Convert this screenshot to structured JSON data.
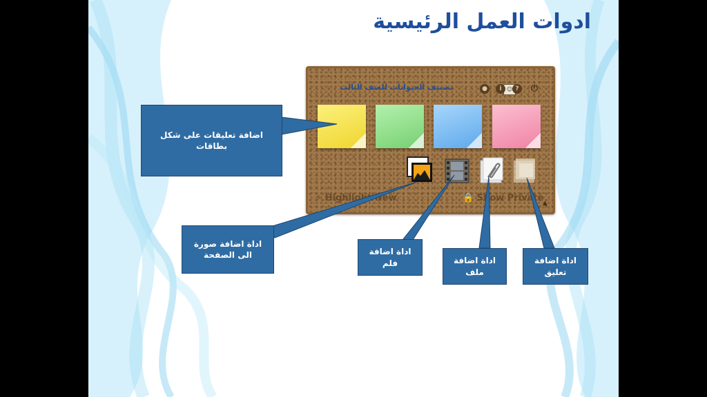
{
  "slide": {
    "title": "ادوات العمل الرئيسية"
  },
  "widget": {
    "title": "تصنيف الحيوانات للصف الثالث",
    "header_icons": [
      "face-icon",
      "share-icon",
      "info-icon",
      "help-icon",
      "power-icon"
    ],
    "notes": [
      {
        "color": "#f5e04a"
      },
      {
        "color": "#8fe08a"
      },
      {
        "color": "#7dbcf5"
      },
      {
        "color": "#f59ab5"
      }
    ],
    "tools": [
      "image-icon",
      "film-icon",
      "paperclip-icon",
      "comment-icon"
    ],
    "footer": {
      "highlight": "Highlight New",
      "show_private": "Show Private",
      "highlight_icon": "lightning-icon",
      "lock_icon": "lock-icon"
    }
  },
  "callouts": {
    "cards": "اضافة تعليقات على شكل بطاقات",
    "image": "اداة اضافة صورة الى الصفحة",
    "film": "اداة اضافة فلم",
    "file": "اداة اضافة ملف",
    "comment": "اداة اضافة تعليق"
  },
  "colors": {
    "title": "#1f4e9c",
    "callout": "#2f6ca3",
    "cork": "#a27a4c"
  }
}
